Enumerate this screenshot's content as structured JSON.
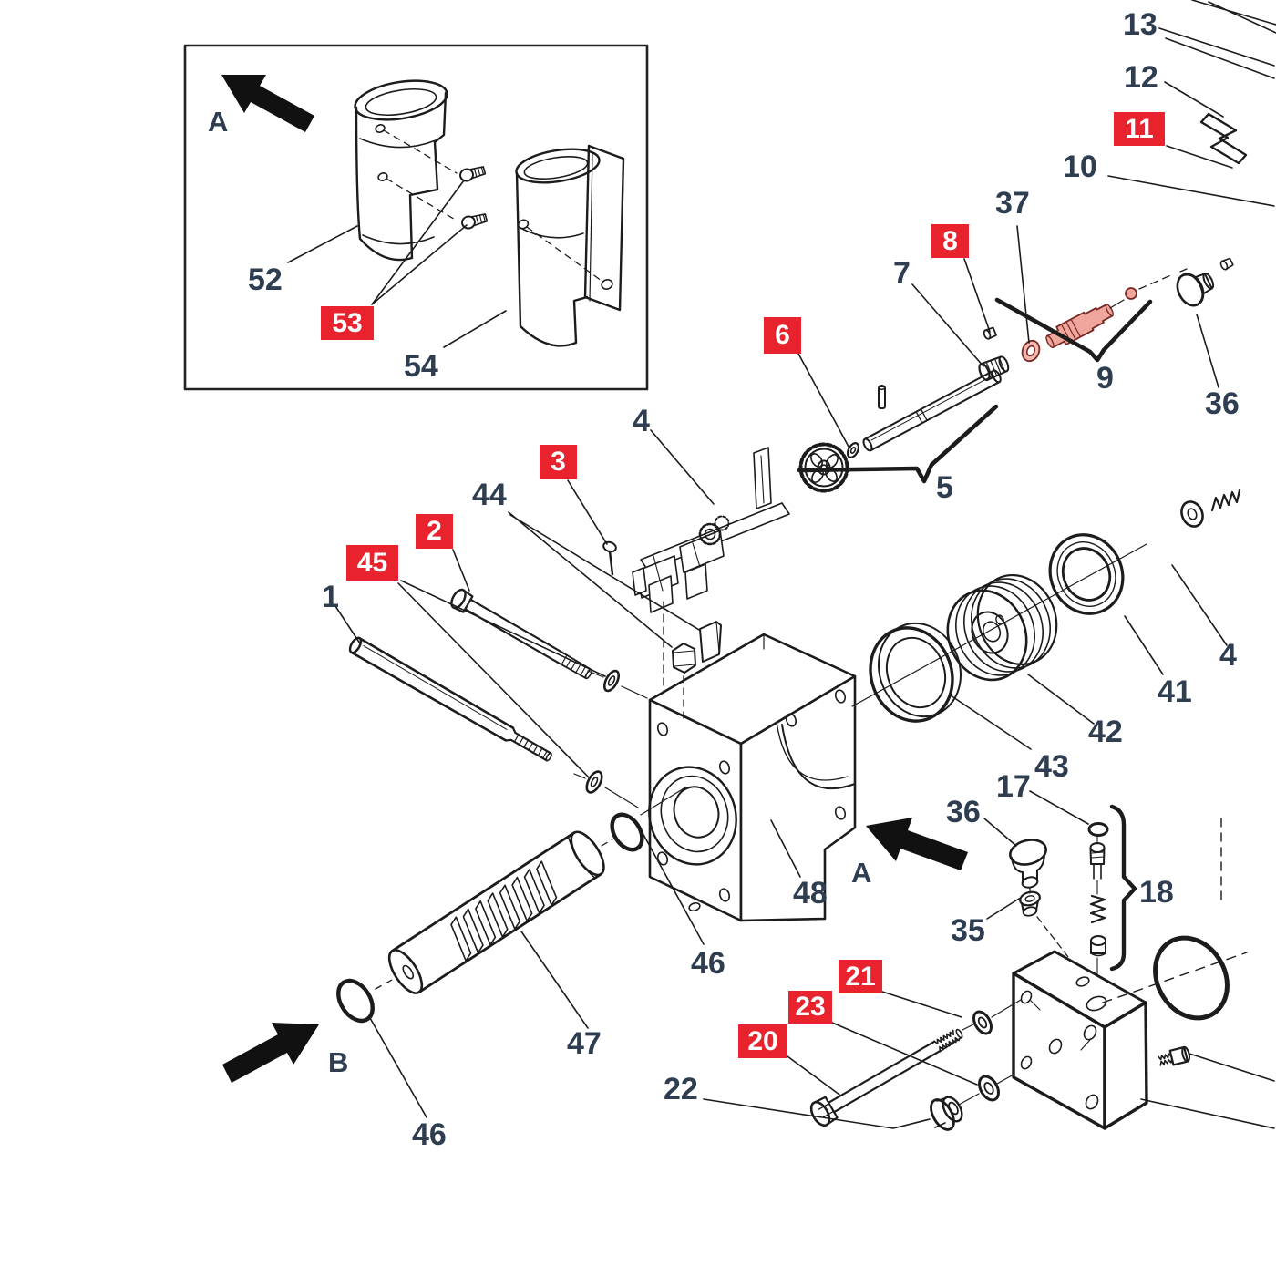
{
  "colors": {
    "highlight_red": "#e8232d",
    "label_text": "#2e3e50",
    "line": "#1c1c1c",
    "pink_highlight": "#efa79d"
  },
  "view_labels": {
    "inset_a": "A",
    "main_a": "A",
    "main_b": "B"
  },
  "callouts_red": {
    "c53": "53",
    "c45": "45",
    "c2": "2",
    "c3": "3",
    "c6": "6",
    "c8": "8",
    "c11": "11",
    "c20": "20",
    "c21": "21",
    "c23": "23"
  },
  "callouts_plain": {
    "p1": "1",
    "p4": "4",
    "p5": "5",
    "p7": "7",
    "p9": "9",
    "p10": "10",
    "p12": "12",
    "p13": "13",
    "p17": "17",
    "p18": "18",
    "p22": "22",
    "p35": "35",
    "p36_top": "36",
    "p36_sub": "36",
    "p37": "37",
    "p41": "41",
    "p42": "42",
    "p43": "43",
    "p44": "44",
    "p46_right": "46",
    "p46_left": "46",
    "p47": "47",
    "p48": "48",
    "p52": "52",
    "p54": "54",
    "p4_partial": "4"
  }
}
